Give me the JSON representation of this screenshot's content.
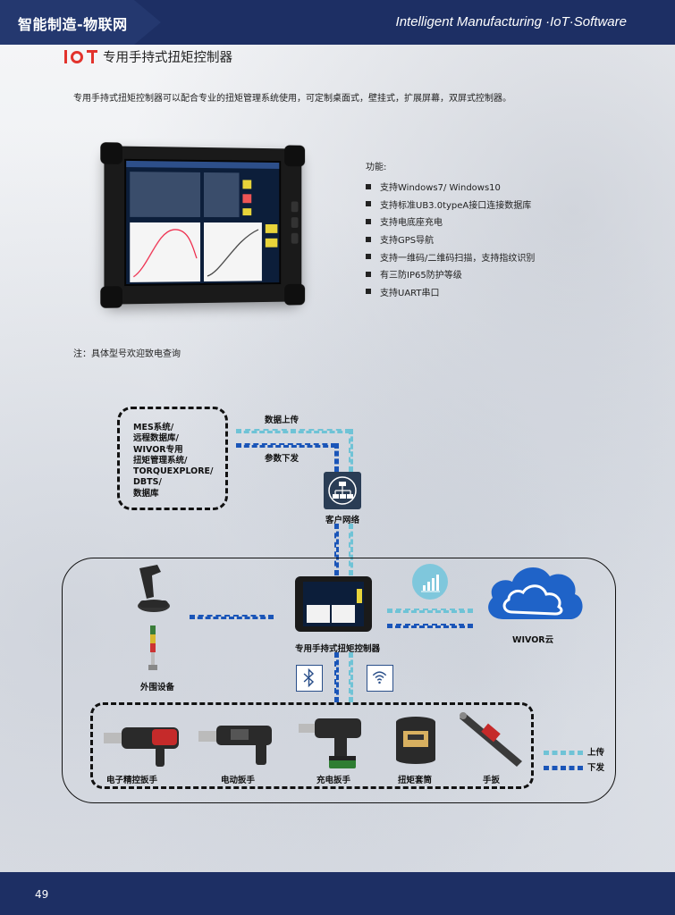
{
  "header": {
    "title": "智能制造-物联网",
    "subtitle_en": "Intelligent Manufacturing ·IoT·Software"
  },
  "section": {
    "logo_text": "IOT",
    "title": "专用手持式扭矩控制器",
    "intro": "专用手持式扭矩控制器可以配合专业的扭矩管理系统使用，可定制桌面式，壁挂式，扩展屏幕，双屏式控制器。"
  },
  "features": {
    "title": "功能:",
    "items": [
      "支持Windows7/ Windows10",
      "支持标准UB3.0typeA接口连接数据库",
      "支持电底座充电",
      "支持GPS导航",
      "支持一维码/二维码扫描，支持指纹识别",
      "有三防IP65防护等级",
      "支持UART串口"
    ]
  },
  "note": "注：具体型号欢迎致电查询",
  "diagram": {
    "system_box_lines": [
      "MES系统/",
      "远程数据库/",
      "WIVOR专用",
      "扭矩管理系统/",
      "TORQUEXPLORE/",
      "DBTS/",
      "数据库"
    ],
    "upload_label": "数据上传",
    "param_label": "参数下发",
    "network_label": "客户网络",
    "controller_label": "专用手持式扭矩控制器",
    "cloud_label": "WIVOR云",
    "peripheral_label": "外围设备",
    "tools": [
      "电子精控扳手",
      "电动扳手",
      "充电扳手",
      "扭矩套筒",
      "手扳"
    ],
    "legend": {
      "up_label": "上传",
      "down_label": "下发",
      "up_color": "#6fc3d6",
      "down_color": "#1a55b8"
    },
    "icons": [
      "network-switch-icon",
      "bar-chart-icon",
      "cloud-icon",
      "bluetooth-icon",
      "wifi-icon",
      "barcode-scanner-icon",
      "signal-tower-light-icon"
    ]
  },
  "footer": {
    "page_number": "49"
  },
  "colors": {
    "header_bg": "#1d2f64",
    "accent_red": "#e2332d"
  }
}
